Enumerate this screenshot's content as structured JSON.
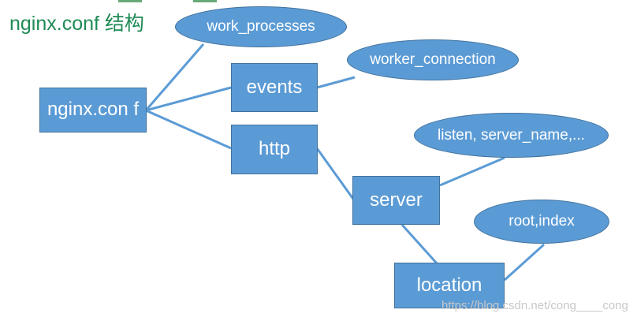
{
  "title": "nginx.conf 结构",
  "nodes": {
    "root": "nginx.con f",
    "work_processes": "work_processes",
    "events": "events",
    "worker_connection": "worker_connection",
    "http": "http",
    "server": "server",
    "listen": "listen, server_name,...",
    "location": "location",
    "root_index": "root,index"
  },
  "watermark": "https://blog.csdn.net/cong____cong",
  "colors": {
    "node_fill": "#5b9bd5",
    "node_border": "#41719c",
    "connector": "#5b9bd5",
    "title": "#1f8a55"
  }
}
